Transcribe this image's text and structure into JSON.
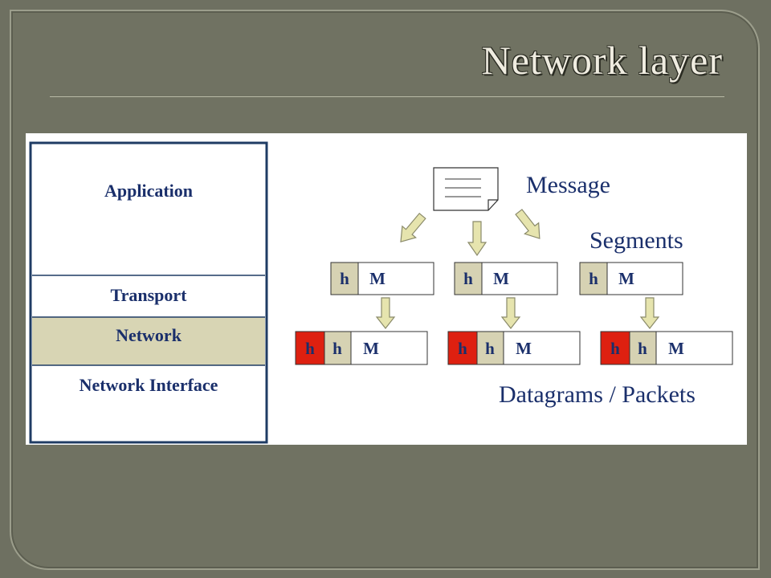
{
  "slide": {
    "title": "Network layer"
  },
  "stack": {
    "layers": [
      {
        "label": "Application"
      },
      {
        "label": "Transport"
      },
      {
        "label": "Network",
        "highlighted": true
      },
      {
        "label": "Network Interface"
      }
    ]
  },
  "diagram": {
    "message_label": "Message",
    "segments_label": "Segments",
    "datagrams_label": "Datagrams / Packets",
    "segment_fields": [
      "h",
      "M"
    ],
    "datagram_fields": [
      "h",
      "h",
      "M"
    ],
    "segment_count": 3,
    "datagram_count": 3
  },
  "colors": {
    "background": "#6e7061",
    "layer_border": "#1f3c64",
    "network_highlight": "#d8d5b4",
    "header_fill": "#d6d2b3",
    "network_header_fill": "#de2010",
    "arrow_fill": "#e6e4ae",
    "arrow_stroke": "#8a8a6a",
    "label_color": "#1a2f6b"
  }
}
